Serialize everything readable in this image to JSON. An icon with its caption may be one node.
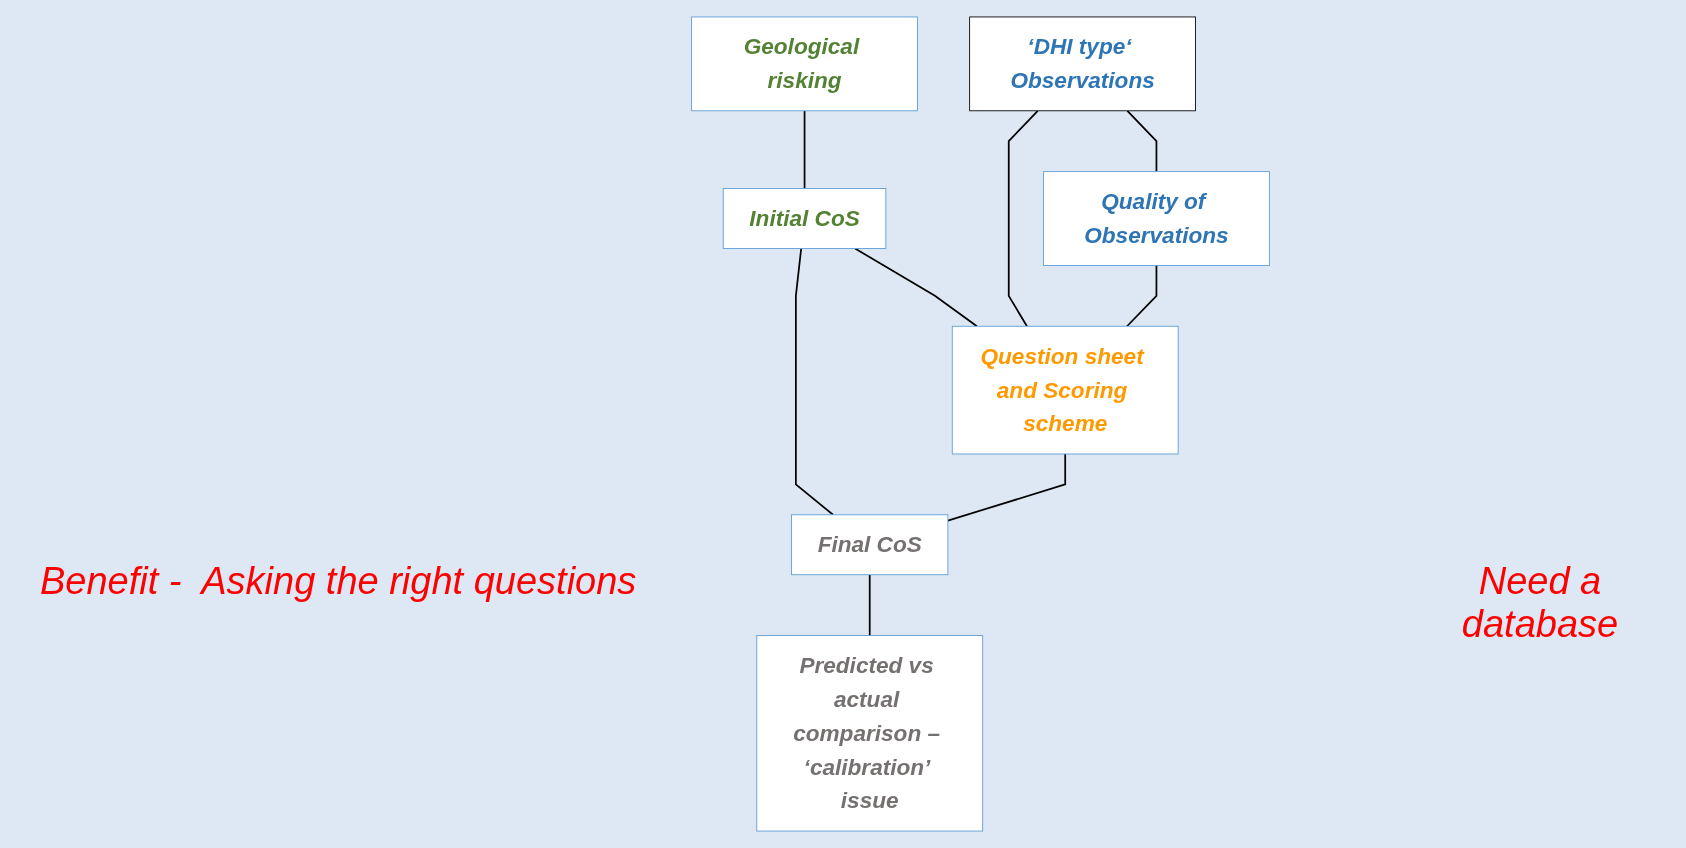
{
  "diagram": {
    "nodes": [
      {
        "text": [
          "Geological risking"
        ]
      },
      {
        "text": [
          "Initial CoS"
        ]
      },
      {
        "text": [
          "Final CoS"
        ]
      },
      {
        "text": [
          "‘DHI type‘ Observations"
        ]
      },
      {
        "text": [
          "Question sheet and Scoring scheme"
        ]
      },
      {
        "text": [
          "Quality of Observations"
        ]
      },
      {
        "text": [
          "Predicted vs actual comparison – ‘calibration’ issue"
        ]
      }
    ],
    "edges": [
      {
        "from": 0,
        "to": 1,
        "arrow": "none"
      },
      {
        "from": 1,
        "to": 4,
        "arrow": "none"
      },
      {
        "from": 1,
        "to": 2,
        "arrow": "none"
      },
      {
        "from": 4,
        "to": 2,
        "arrow": "none"
      },
      {
        "from": 3,
        "to": 5,
        "arrow": "none"
      },
      {
        "from": 3,
        "to": 4,
        "arrow": "none"
      },
      {
        "from": 5,
        "to": 4,
        "arrow": "none"
      },
      {
        "from": 2,
        "to": 6,
        "arrow": "none"
      }
    ],
    "labels": [
      "Benefit -  Asking the right questions",
      "Need a database"
    ]
  }
}
